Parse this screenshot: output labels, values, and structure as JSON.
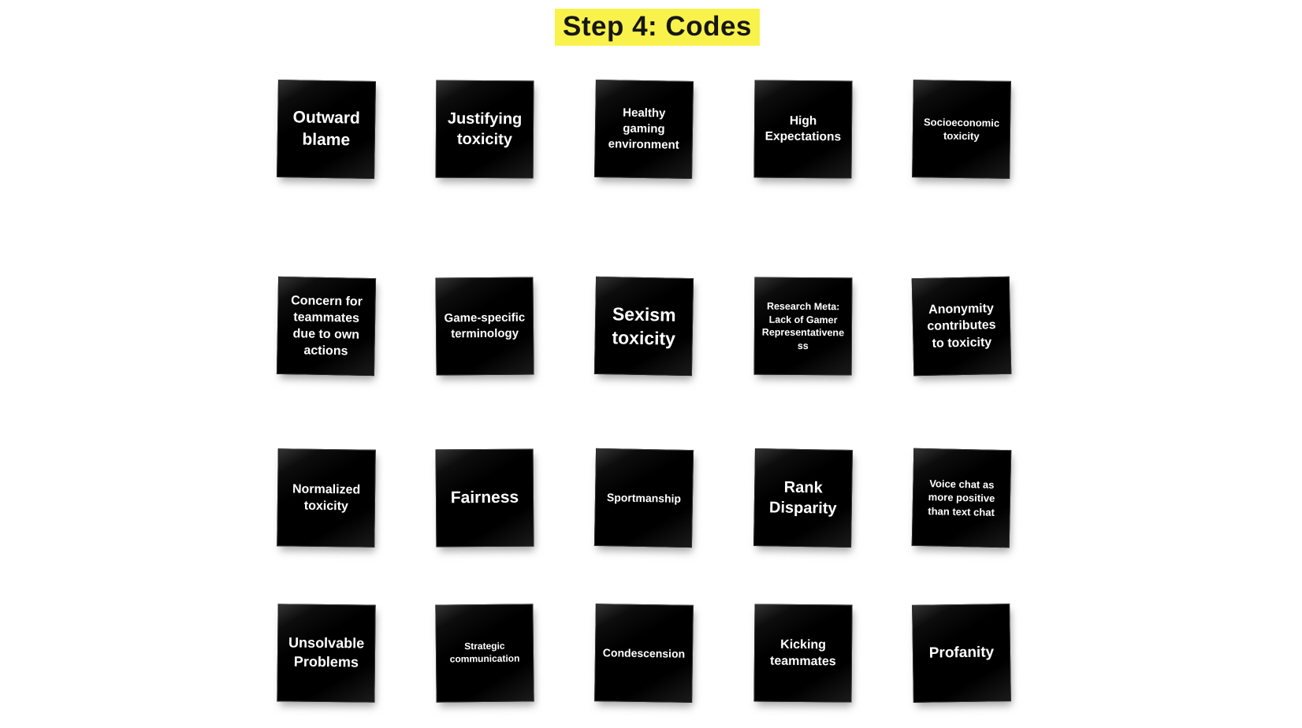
{
  "page": {
    "background": "#ffffff"
  },
  "title": {
    "text": "Step 4: Codes",
    "highlight_color": "#f8f24a",
    "text_color": "#161616"
  },
  "board": {
    "note_bg": "#000000",
    "note_text_color": "#ffffff",
    "notes": [
      {
        "label": "Outward blame"
      },
      {
        "label": "Justifying toxicity"
      },
      {
        "label": "Healthy gaming environment"
      },
      {
        "label": "High Expectations"
      },
      {
        "label": "Socioeconomic toxicity"
      },
      {
        "label": "Concern for teammates due to own actions"
      },
      {
        "label": "Game-specific terminology"
      },
      {
        "label": "Sexism toxicity"
      },
      {
        "label": "Research Meta: Lack of Gamer Representativeness"
      },
      {
        "label": "Anonymity contributes to toxicity"
      },
      {
        "label": "Normalized toxicity"
      },
      {
        "label": "Fairness"
      },
      {
        "label": "Sportmanship"
      },
      {
        "label": "Rank Disparity"
      },
      {
        "label": "Voice chat as more positive than text chat"
      },
      {
        "label": "Unsolvable Problems"
      },
      {
        "label": "Strategic communication"
      },
      {
        "label": "Condescension"
      },
      {
        "label": "Kicking teammates"
      },
      {
        "label": "Profanity"
      }
    ]
  }
}
